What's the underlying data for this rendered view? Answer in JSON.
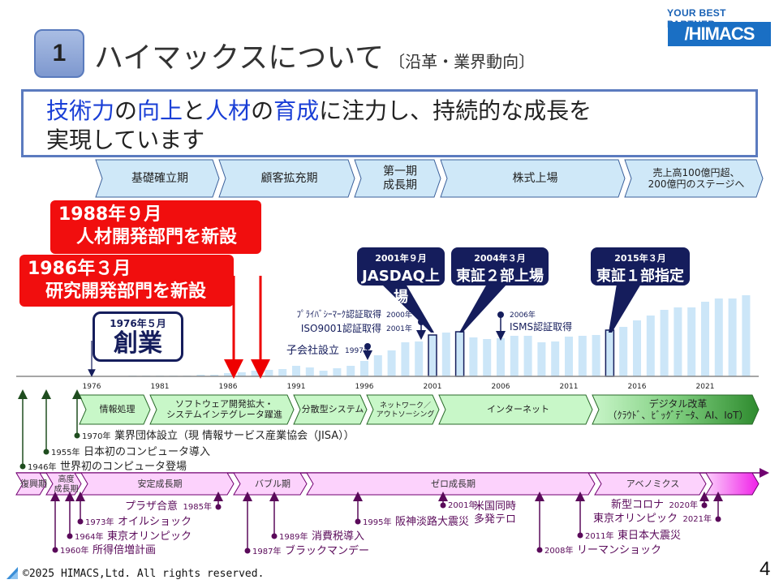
{
  "header": {
    "badge": "1",
    "title": "ハイマックスについて",
    "subtitle": "〔沿革・業界動向〕",
    "tagline": "YOUR BEST PARTNER.",
    "logo": "/HIMACS"
  },
  "message": {
    "parts": [
      {
        "t": "技術力",
        "hl": true
      },
      {
        "t": "の",
        "hl": false
      },
      {
        "t": "向上",
        "hl": true
      },
      {
        "t": "と",
        "hl": false
      },
      {
        "t": "人材",
        "hl": true
      },
      {
        "t": "の",
        "hl": false
      },
      {
        "t": "育成",
        "hl": true
      },
      {
        "t": "に注力し、持続的な成長を",
        "hl": false
      }
    ],
    "line2": "実現しています"
  },
  "company_phases": [
    "基礎確立期",
    "顧客拡充期",
    "第一期\n成長期",
    "株式上場",
    "売上高100億円超、\n200億円のステージへ"
  ],
  "highlights": {
    "rd_1986": {
      "date": "1986年３月",
      "text": "研究開発部門を新設"
    },
    "hr_1988": {
      "date": "1988年９月",
      "text": "人材開発部門を新設"
    },
    "founding": {
      "date": "1976年５月",
      "text": "創業"
    },
    "jasdaq": {
      "date": "2001年９月",
      "text": "JASDAQ上場"
    },
    "tse2": {
      "date": "2004年３月",
      "text": "東証２部上場"
    },
    "tse1": {
      "date": "2015年３月",
      "text": "東証１部指定"
    }
  },
  "milestones": {
    "subsidiary": {
      "text": "子会社設立",
      "year": "1997年"
    },
    "pmark": {
      "text": "ﾌﾟﾗｲﾊﾞｼｰﾏｰｸ認証取得",
      "year": "2000年"
    },
    "iso": {
      "text": "ISO9001認証取得",
      "year": "2001年"
    },
    "isms_year": "2006年",
    "isms": "ISMS認証取得"
  },
  "chart_data": {
    "type": "bar",
    "title": "",
    "xlabel": "",
    "ylabel": "",
    "x_ticks": [
      "1976",
      "1981",
      "1986",
      "1991",
      "1996",
      "2001",
      "2006",
      "2011",
      "2016",
      "2021"
    ],
    "x": [
      1977,
      1978,
      1979,
      1980,
      1981,
      1982,
      1983,
      1984,
      1985,
      1986,
      1987,
      1988,
      1989,
      1990,
      1991,
      1992,
      1993,
      1994,
      1995,
      1996,
      1997,
      1998,
      1999,
      2000,
      2001,
      2002,
      2003,
      2004,
      2005,
      2006,
      2007,
      2008,
      2009,
      2010,
      2011,
      2012,
      2013,
      2014,
      2015,
      2016,
      2017,
      2018,
      2019,
      2020,
      2021,
      2022,
      2023,
      2024
    ],
    "values": [
      0.5,
      0.5,
      1,
      1,
      1,
      1,
      1,
      2,
      2,
      4,
      5,
      7,
      8,
      9,
      13,
      11,
      7,
      10,
      13,
      19,
      26,
      32,
      42,
      43,
      51,
      54,
      55,
      48,
      46,
      47,
      50,
      50,
      42,
      43,
      49,
      50,
      51,
      57,
      61,
      69,
      75,
      82,
      85,
      85,
      92,
      96,
      96,
      100
    ],
    "highlighted": [
      2001,
      2003,
      2014
    ],
    "bar_color": "#cce6f8"
  },
  "industry_phases": [
    "情報処理",
    "ソフトウェア開発拡大・\nシステムインテグレータ躍進",
    "分散型システム",
    "ネットワーク／\nアウトソーシング",
    "インターネット",
    "デジタル改革\n（ｸﾗｳﾄﾞ、ﾋﾞｯｸﾞﾃﾞｰﾀ、AI、IoT）"
  ],
  "industry_events": [
    {
      "year": "1970年",
      "text": "業界団体設立（現 情報サービス産業協会（JISA））"
    },
    {
      "year": "1955年",
      "text": "日本初のコンピュータ導入"
    },
    {
      "year": "1946年",
      "text": "世界初のコンピュータ登場"
    }
  ],
  "economy_phases": [
    "復興期",
    "高度\n成長期",
    "安定成長期",
    "バブル期",
    "ゼロ成長期",
    "アベノミクス",
    ""
  ],
  "economy_events": [
    {
      "year": "1960年",
      "text": "所得倍増計画"
    },
    {
      "year": "1964年",
      "text": "東京オリンピック"
    },
    {
      "year": "1973年",
      "text": "オイルショック"
    },
    {
      "year": "1985年",
      "text": "プラザ合意"
    },
    {
      "year": "1987年",
      "text": "ブラックマンデー"
    },
    {
      "year": "1989年",
      "text": "消費税導入"
    },
    {
      "year": "1995年",
      "text": "阪神淡路大震災"
    },
    {
      "year": "2001年",
      "text": "米国同時\n多発テロ"
    },
    {
      "year": "2008年",
      "text": "リーマンショック"
    },
    {
      "year": "2011年",
      "text": "東日本大震災"
    },
    {
      "year": "2020年",
      "text": "新型コロナ"
    },
    {
      "year": "2021年",
      "text": "東京オリンピック"
    }
  ],
  "footer": {
    "copyright": "©2025 HIMACS,Ltd. All rights reserved.",
    "page": "4"
  }
}
